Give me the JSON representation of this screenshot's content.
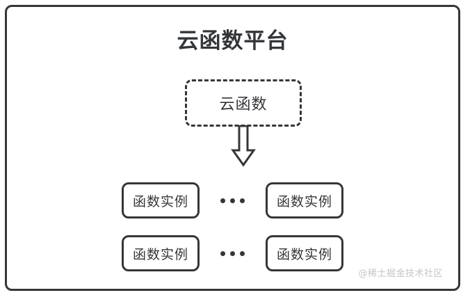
{
  "diagram": {
    "title": "云函数平台",
    "cloud_function": {
      "label": "云函数",
      "border_style": "dashed"
    },
    "arrow": {
      "name": "down-block-arrow",
      "direction": "down"
    },
    "ellipsis": "•••",
    "rows": [
      {
        "left_instance": "函数实例",
        "separator": "•••",
        "right_instance": "函数实例"
      },
      {
        "left_instance": "函数实例",
        "separator": "•••",
        "right_instance": "函数实例"
      }
    ],
    "watermark": "@稀土掘金技术社区",
    "colors": {
      "stroke": "#33363a",
      "background": "#ffffff",
      "watermark": "#c2c4c7"
    }
  }
}
